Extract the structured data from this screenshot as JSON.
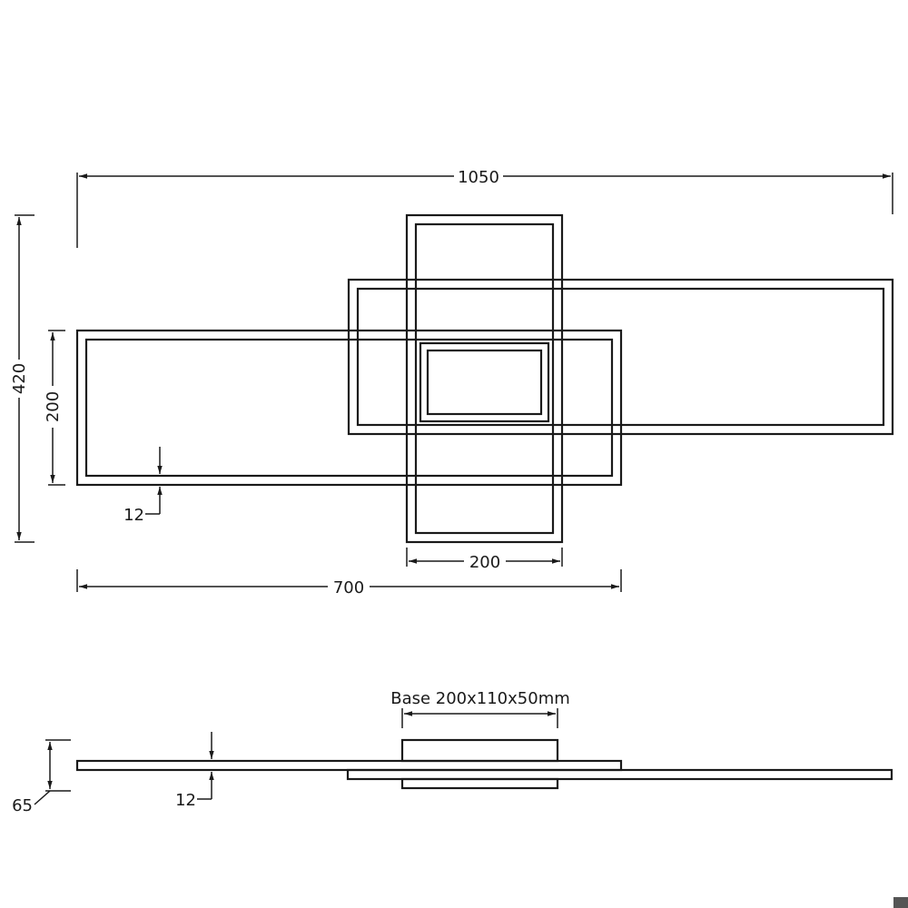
{
  "dimensions": {
    "overall_width": "1050",
    "overall_height": "420",
    "frame_height": "200",
    "frame_thickness": "12",
    "center_width": "200",
    "frame_length": "700"
  },
  "side_view": {
    "base_label": "Base 200x110x50mm",
    "total_height": "65",
    "panel_thickness": "12"
  },
  "colors": {
    "line": "#1a1a1a",
    "background": "#ffffff"
  }
}
